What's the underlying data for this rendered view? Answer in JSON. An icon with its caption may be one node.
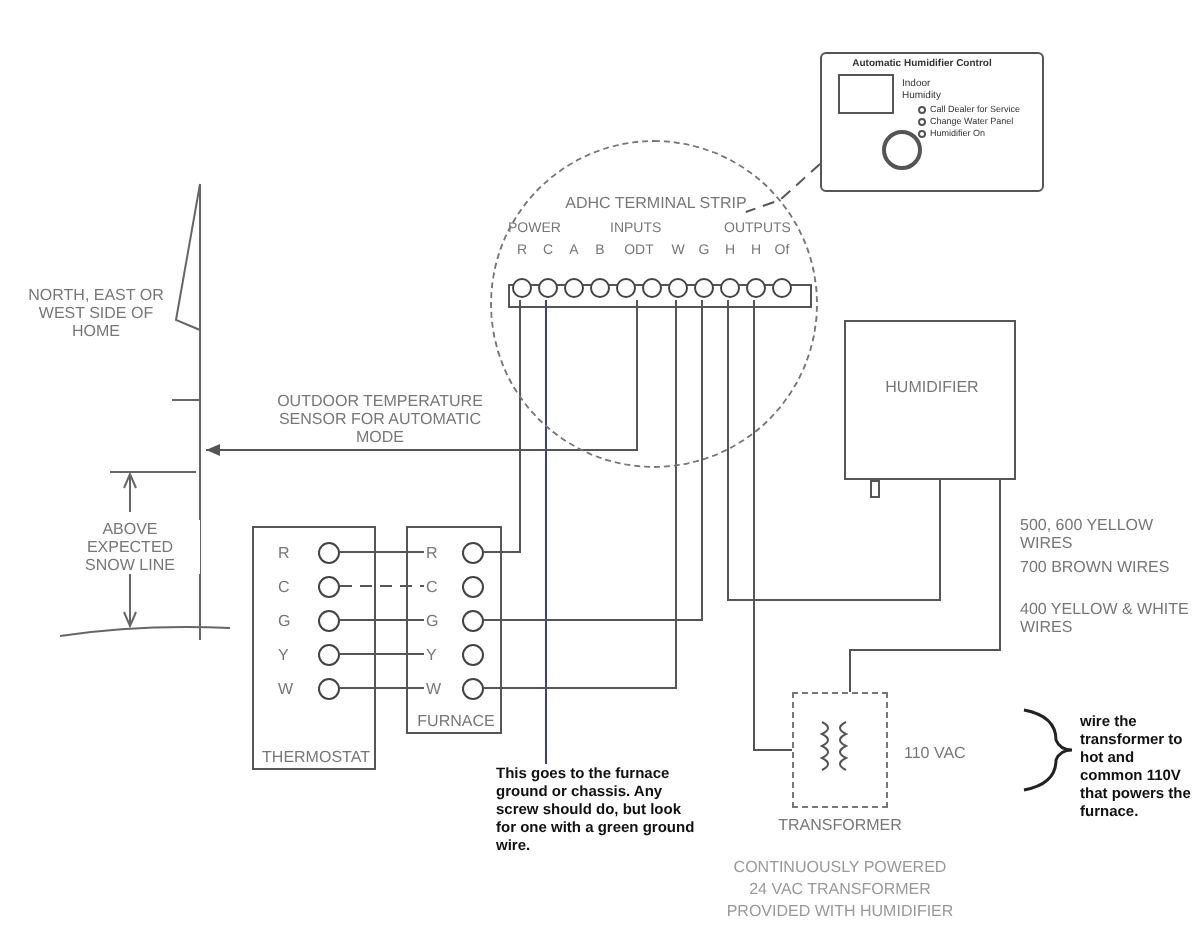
{
  "diagram": {
    "nodes": [
      {
        "text": [
          "Automatic Humidifier Control",
          "Indoor Humidity",
          "Call Dealer for Service",
          "Change Water Panel",
          "Humidifier On"
        ]
      },
      {
        "text": [
          "ADHC TERMINAL STRIP"
        ]
      },
      {
        "text": [
          "R"
        ],
        "in": 1
      },
      {
        "text": [
          "C"
        ],
        "in": 1
      },
      {
        "text": [
          "A"
        ],
        "in": 1
      },
      {
        "text": [
          "B"
        ],
        "in": 1
      },
      {
        "text": [
          "ODT"
        ],
        "in": 1
      },
      {
        "text": [
          "W"
        ],
        "in": 1
      },
      {
        "text": [
          "G"
        ],
        "in": 1
      },
      {
        "text": [
          "H"
        ],
        "in": 1
      },
      {
        "text": [
          "H"
        ],
        "in": 1
      },
      {
        "text": [
          "Of"
        ],
        "in": 1
      },
      {
        "text": [
          "HUMIDIFIER"
        ]
      },
      {
        "text": [
          "THERMOSTAT"
        ]
      },
      {
        "text": [
          "R"
        ],
        "in": 13
      },
      {
        "text": [
          "C"
        ],
        "in": 13
      },
      {
        "text": [
          "G"
        ],
        "in": 13
      },
      {
        "text": [
          "Y"
        ],
        "in": 13
      },
      {
        "text": [
          "W"
        ],
        "in": 13
      },
      {
        "text": [
          "FURNACE"
        ]
      },
      {
        "text": [
          "R"
        ],
        "in": 19
      },
      {
        "text": [
          "C"
        ],
        "in": 19
      },
      {
        "text": [
          "G"
        ],
        "in": 19
      },
      {
        "text": [
          "Y"
        ],
        "in": 19
      },
      {
        "text": [
          "W"
        ],
        "in": 19
      },
      {
        "text": [
          "TRANSFORMER"
        ],
        "beside": [
          "CONTINUOUSLY POWERED 24 VAC TRANSFORMER PROVIDED WITH HUMIDIFIER"
        ]
      },
      {
        "text": [
          "This goes to the furnace ground or chassis.  Any screw should do, but look for one with a green ground wire."
        ]
      },
      {
        "text": [],
        "shape": "picture"
      }
    ],
    "edges": [
      {
        "from": 0,
        "to": 1,
        "arrow": "none",
        "style": "dashed"
      },
      {
        "from": 2,
        "to": 20,
        "arrow": "none"
      },
      {
        "from": 3,
        "to": 26,
        "arrow": "none",
        "color": "#3a3aa8"
      },
      {
        "from": 6,
        "to": 27,
        "arrow": "to",
        "label": "OUTDOOR TEMPERATURE SENSOR FOR AUTOMATIC MODE"
      },
      {
        "from": 7,
        "to": 24,
        "arrow": "none"
      },
      {
        "from": 8,
        "to": 22,
        "arrow": "none"
      },
      {
        "from": 9,
        "to": 12,
        "arrow": "none"
      },
      {
        "from": 10,
        "to": 25,
        "arrow": "none"
      },
      {
        "from": 25,
        "to": 12,
        "arrow": "none"
      },
      {
        "from": 14,
        "to": 20,
        "arrow": "none"
      },
      {
        "from": 15,
        "to": 21,
        "arrow": "none",
        "style": "dashed"
      },
      {
        "from": 16,
        "to": 22,
        "arrow": "none"
      },
      {
        "from": 17,
        "to": 23,
        "arrow": "none"
      },
      {
        "from": 18,
        "to": 24,
        "arrow": "none"
      }
    ],
    "labels": [
      "POWER",
      "INPUTS",
      "OUTPUTS",
      "NORTH, EAST OR WEST SIDE OF HOME",
      "ABOVE EXPECTED SNOW LINE",
      "500, 600 YELLOW WIRES",
      "700 BROWN WIRES",
      "400 YELLOW & WHITE WIRES",
      "110 VAC",
      "wire the transformer to hot and common 110V that powers the furnace."
    ]
  }
}
